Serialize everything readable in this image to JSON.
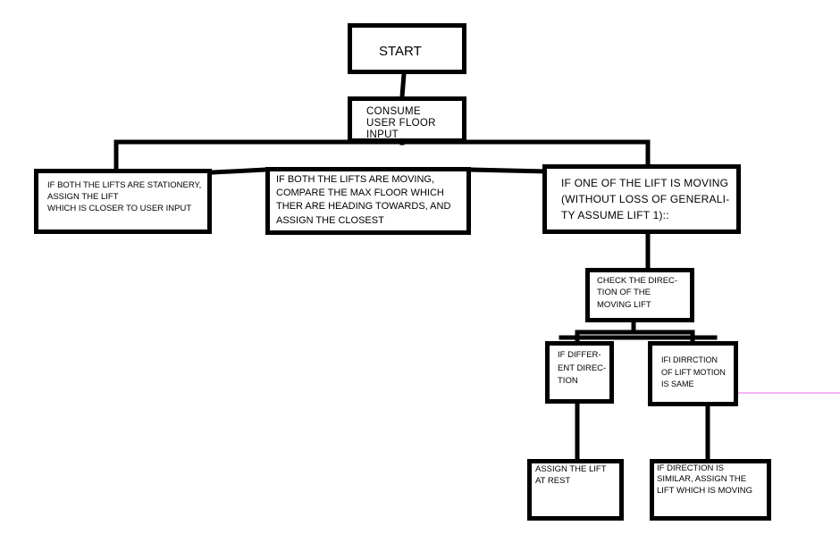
{
  "nodes": {
    "start": "START",
    "consume": "CONSUME\nUSER FLOOR\nINPUT",
    "stationary": "IF BOTH THE LIFTS ARE STATIONERY,\nASSIGN THE LIFT\nWHICH IS CLOSER TO USER INPUT",
    "both_moving": "IF BOTH THE LIFTS ARE MOVING,\nCOMPARE THE MAX FLOOR WHICH\nTHER ARE HEADING TOWARDS, AND\nASSIGN THE CLOSEST",
    "one_moving": "IF ONE OF THE LIFT IS MOVING\n(WITHOUT LOSS OF GENERALI-\nTY ASSUME LIFT 1)::",
    "check_direction": "CHECK THE DIREC-\nTION OF THE\nMOVING LIFT",
    "different_direction": "IF DIFFER-\nENT DIREC-\nTION",
    "same_direction": "IFI DIRRCTION\nOF LIFT MOTION\nIS SAME",
    "assign_rest": "ASSIGN THE LIFT\nAT REST",
    "assign_moving": "IF DIRECTION IS\nSIMILAR, ASSIGN THE\nLIFT WHICH IS MOVING"
  },
  "colors": {
    "line": "#000000",
    "stray_mark": "#e86ae8",
    "background": "#ffffff"
  }
}
